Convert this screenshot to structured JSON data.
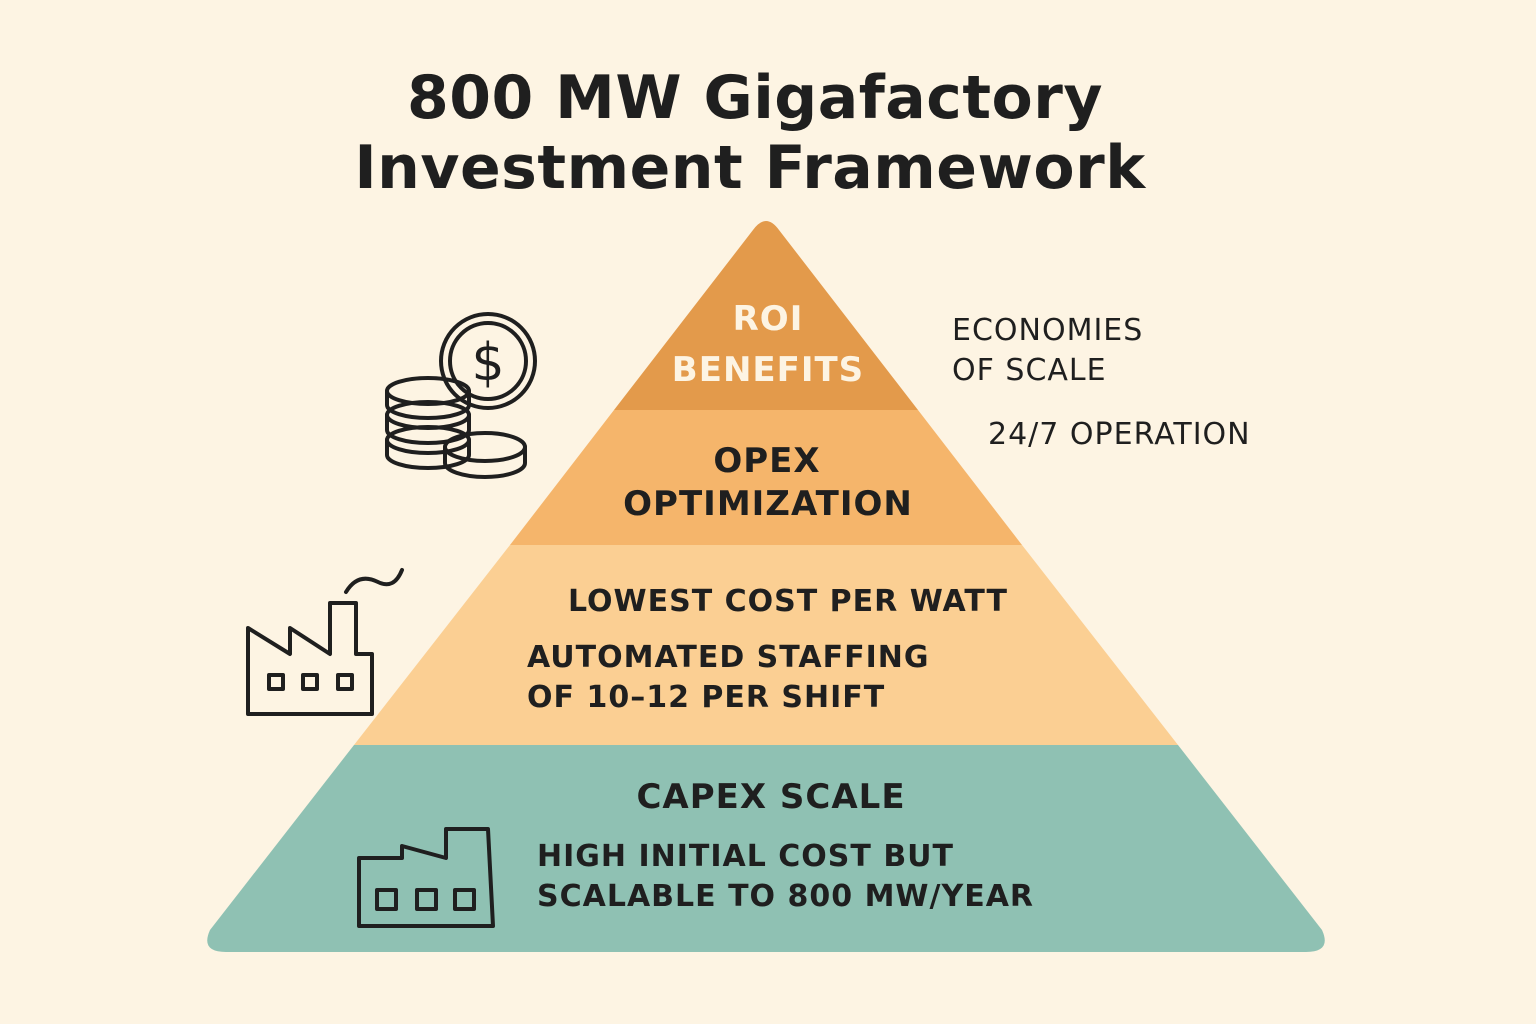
{
  "title": {
    "line1": "800 MW Gigafactory",
    "line2": "Investment Framework"
  },
  "pyramid": {
    "tiers": [
      {
        "id": "roi",
        "label_lines": [
          "ROI",
          "BENEFITS"
        ],
        "color": "#e39a4b",
        "label_color": "#fdf4e3"
      },
      {
        "id": "opex",
        "label_lines": [
          "OPEX",
          "OPTIMIZATION"
        ],
        "color": "#f5b56b",
        "label_color": "#1f1f1f"
      },
      {
        "id": "middle",
        "lines": [
          "LOWEST COST PER WATT",
          "AUTOMATED STAFFING",
          "OF 10–12 PER SHIFT"
        ],
        "color": "#fbcf93"
      },
      {
        "id": "capex",
        "label": "CAPEX SCALE",
        "lines": [
          "HIGH INITIAL COST BUT",
          "SCALABLE TO 800 MW/YEAR"
        ],
        "color": "#8fc1b3",
        "label_color": "#1f1f1f"
      }
    ]
  },
  "side_notes": {
    "economies_line1": "ECONOMIES",
    "economies_line2": "OF SCALE",
    "operation": "24/7 OPERATION"
  },
  "icons": {
    "coins": "coins-dollar-icon",
    "factory_smoke": "factory-smoke-icon",
    "factory": "factory-icon",
    "coin_symbol": "$",
    "icon_fill": "#fbd9a3",
    "line_color": "#1f1f1f"
  }
}
